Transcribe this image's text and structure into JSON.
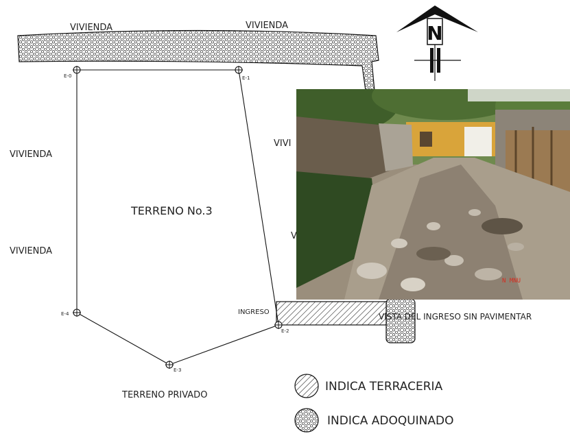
{
  "labels": {
    "vivienda_top_left": "VIVIENDA",
    "vivienda_top_right": "VIVIENDA",
    "vivienda_left_1": "VIVIENDA",
    "vivienda_left_2": "VIVIENDA",
    "vivienda_right_partial": "VIVI",
    "vivienda_right_partial_2": "V",
    "terreno": "TERRENO No.3",
    "terreno_privado": "TERRENO PRIVADO",
    "ingreso": "INGRESO",
    "photo_caption": "VISTA DEL INGRESO SIN PAVIMENTAR",
    "photo_stamp": "N MNU"
  },
  "stations": {
    "e0": "E-0",
    "e1": "E-1",
    "e2": "E-2",
    "e3": "E-3",
    "e4": "E-4"
  },
  "north_arrow": {
    "letter": "N"
  },
  "legend": {
    "terraceria": "INDICA TERRACERIA",
    "adoquinado": "INDICA ADOQUINADO"
  },
  "colors": {
    "line": "#111111",
    "photo_stamp": "#d62b1e"
  }
}
